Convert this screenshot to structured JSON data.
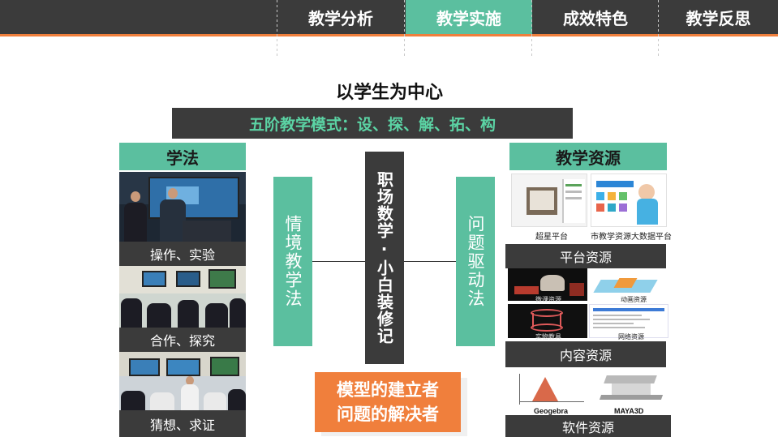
{
  "nav": {
    "tabs": [
      "教学分析",
      "教学实施",
      "成效特色",
      "教学反思"
    ],
    "active_index": 1,
    "colors": {
      "bar": "#3b3b3b",
      "active": "#5bbf9f",
      "accent_line": "#f07f3c"
    }
  },
  "title": "以学生为中心",
  "mode": "五阶教学模式：设、探、解、拓、构",
  "left": {
    "heading": "学法",
    "items": [
      "操作、实验",
      "合作、探究",
      "猜想、求证"
    ]
  },
  "center": {
    "left_box": "情境教学法",
    "main_box": "职场数学·小白装修记",
    "right_box": "问题驱动法",
    "bottom_lines": [
      "模型的建立者",
      "问题的解决者"
    ]
  },
  "right": {
    "heading": "教学资源",
    "platform_captions": [
      "超星平台",
      "市教学资源大数据平台"
    ],
    "platform_label": "平台资源",
    "content_captions": [
      "微课资源",
      "动画资源",
      "实物教具",
      "网络资源"
    ],
    "content_label": "内容资源",
    "software_captions": [
      "Geogebra",
      "MAYA3D"
    ],
    "software_label": "软件资源"
  }
}
